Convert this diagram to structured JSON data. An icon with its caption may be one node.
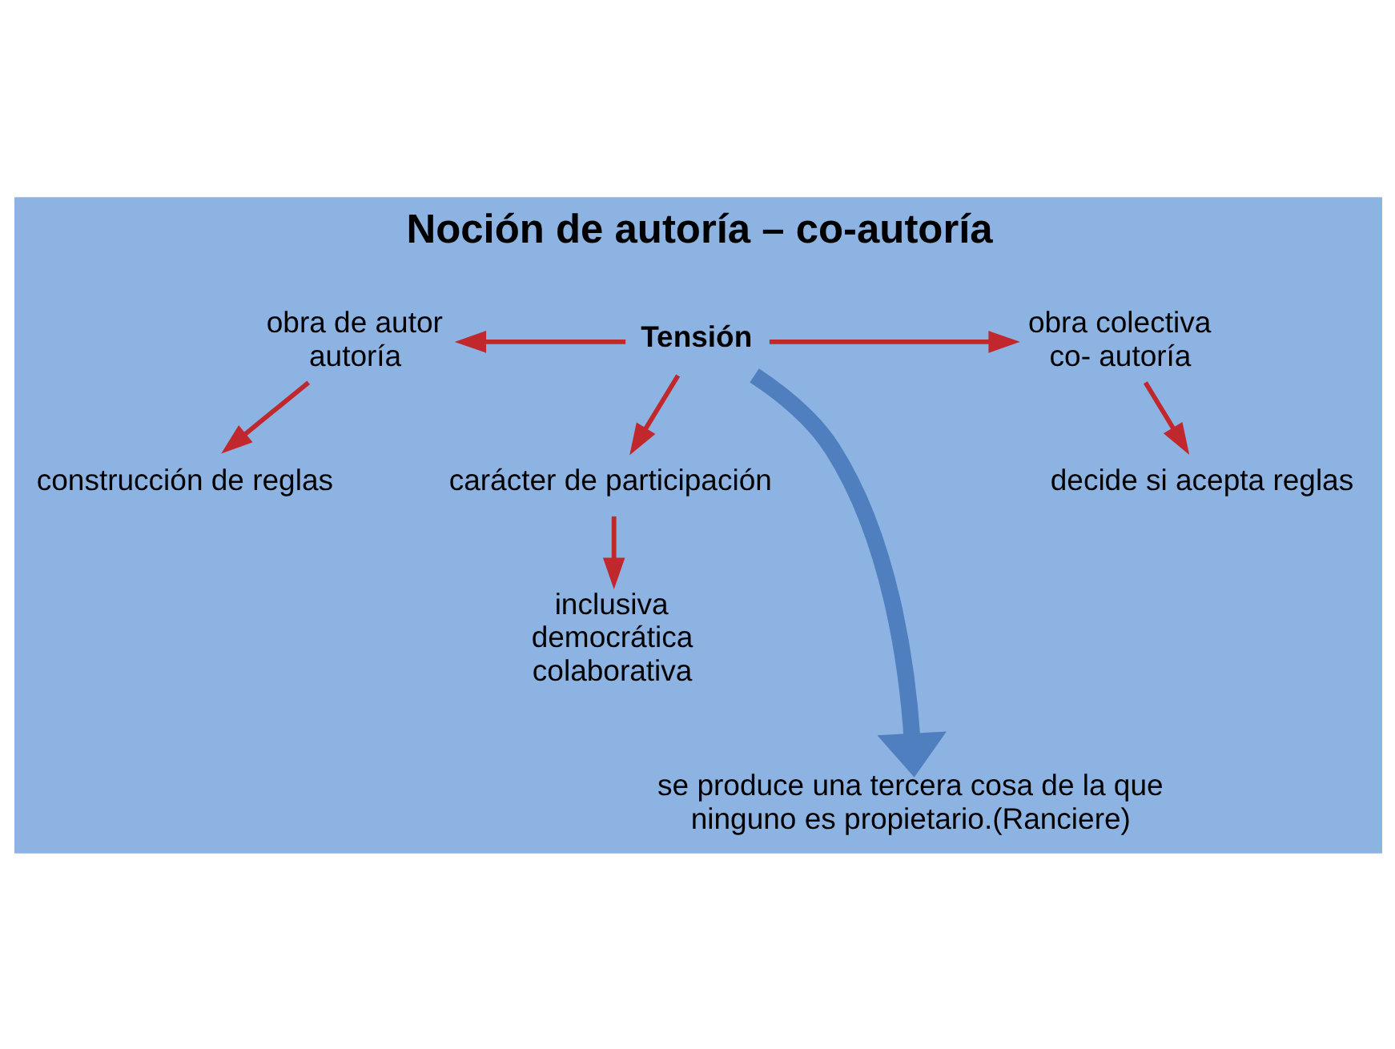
{
  "diagram": {
    "title": "Noción de autoría – co-autoría",
    "nodes": [
      {
        "text": [
          "Tensión"
        ]
      },
      {
        "text": [
          "obra de autor autoría"
        ]
      },
      {
        "text": [
          "obra colectiva co- autoría"
        ]
      },
      {
        "text": [
          "carácter de participación"
        ]
      },
      {
        "text": [
          "construcción de reglas"
        ]
      },
      {
        "text": [
          "inclusiva democrática colaborativa"
        ]
      },
      {
        "text": [
          "decide si acepta reglas"
        ]
      },
      {
        "text": [
          "se produce una tercera cosa de la que ninguno es propietario.(Ranciere)"
        ]
      }
    ],
    "edges": [
      {
        "from": 0,
        "to": 1,
        "arrow": "to"
      },
      {
        "from": 0,
        "to": 2,
        "arrow": "to"
      },
      {
        "from": 0,
        "to": 3,
        "arrow": "to"
      },
      {
        "from": 1,
        "to": 4,
        "arrow": "to"
      },
      {
        "from": 3,
        "to": 5,
        "arrow": "to"
      },
      {
        "from": 2,
        "to": 6,
        "arrow": "to"
      },
      {
        "from": 0,
        "to": 7,
        "arrow": "to",
        "style": "thick",
        "color": "#4f7fbf"
      }
    ]
  }
}
